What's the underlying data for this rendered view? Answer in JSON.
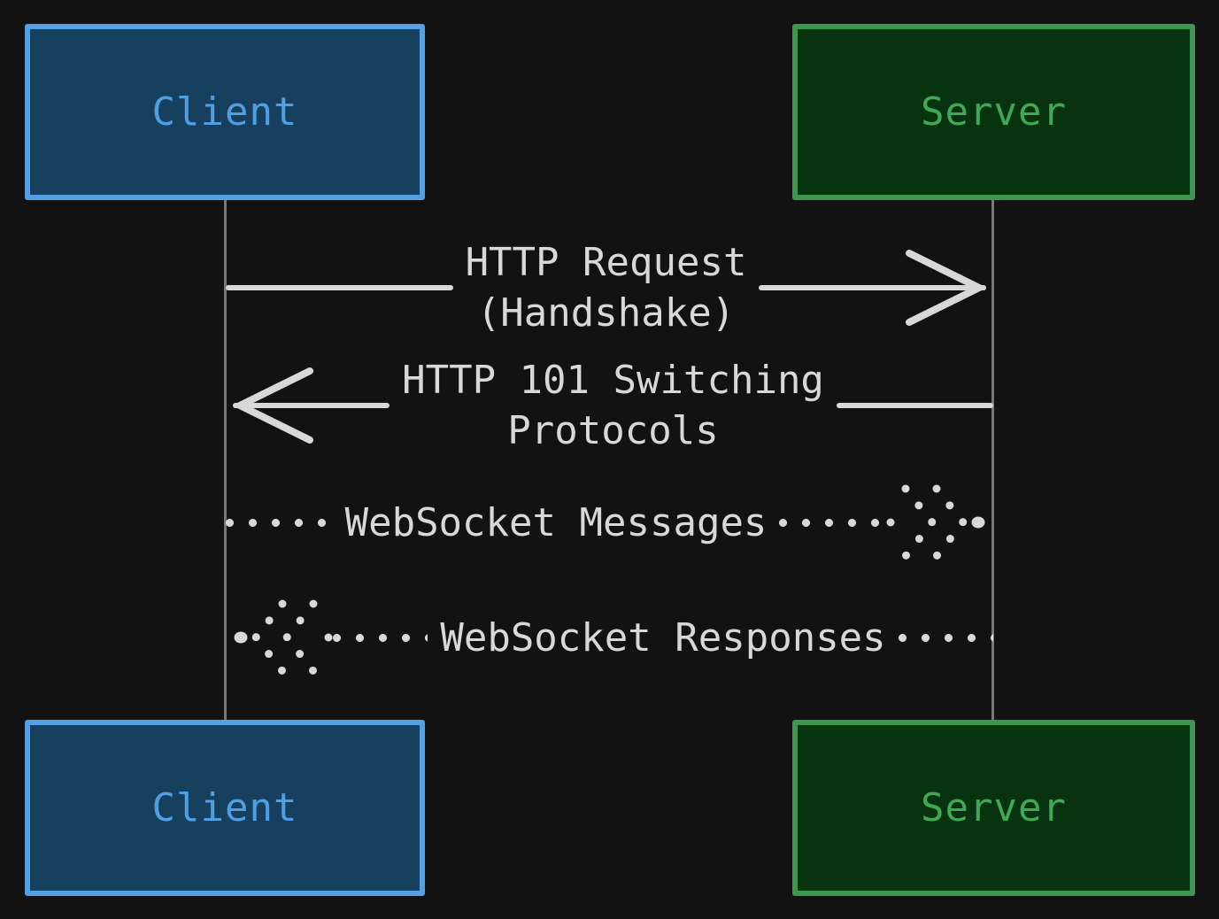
{
  "diagram_title": "WebSocket handshake sequence diagram",
  "colors": {
    "background": "#121212",
    "message_text": "#d8d8d8",
    "arrow": "#d8d8d8",
    "lifeline": "#787878",
    "client_fill": "#173f5e",
    "client_border": "#55a0e4",
    "client_text": "#4f9fe3",
    "server_fill": "#08330f",
    "server_border": "#3d9750",
    "server_text": "#3fa958"
  },
  "actors": {
    "client_top": "Client",
    "server_top": "Server",
    "client_bottom": "Client",
    "server_bottom": "Server"
  },
  "messages": [
    {
      "line1": "HTTP Request",
      "line2": "(Handshake)",
      "style": "solid",
      "direction": "left-to-right"
    },
    {
      "line1": "HTTP 101 Switching",
      "line2": "Protocols",
      "style": "solid",
      "direction": "right-to-left"
    },
    {
      "line1": "WebSocket Messages",
      "line2": "",
      "style": "dotted",
      "direction": "left-to-right"
    },
    {
      "line1": "WebSocket Responses",
      "line2": "",
      "style": "dotted",
      "direction": "right-to-left"
    }
  ]
}
